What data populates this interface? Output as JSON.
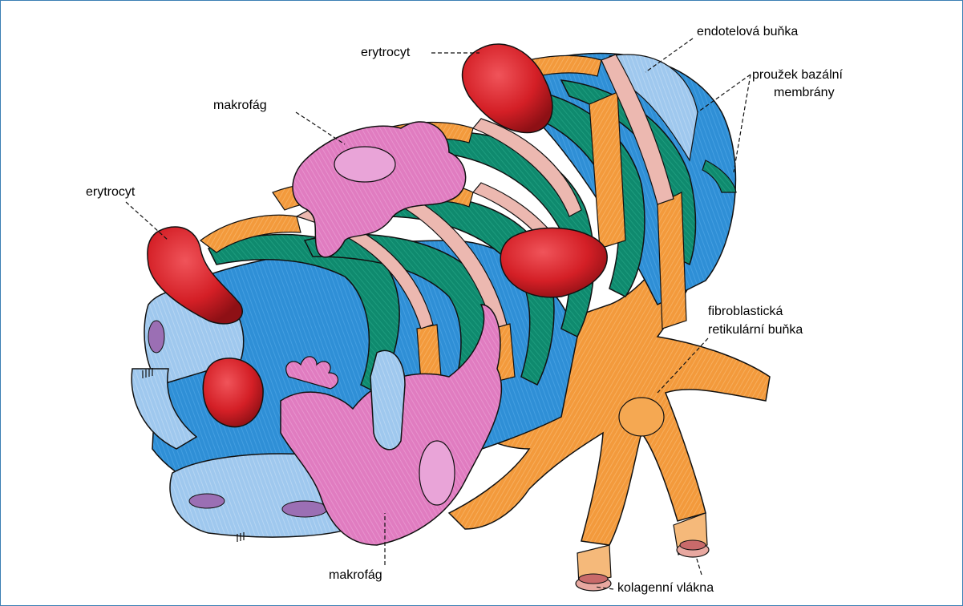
{
  "labels": {
    "erytrocyt_top": "erytrocyt",
    "makrofag_top": "makrofág",
    "erytrocyt_left": "erytrocyt",
    "endotelova_bunka": "endotelová buňka",
    "prouzek_line1": "proužek bazální",
    "prouzek_line2": "membrány",
    "fibro_line1": "fibroblastická",
    "fibro_line2": "retikulární buňka",
    "makrofag_bottom": "makrofág",
    "kolagenni_vlakna": "kolagenní vlákna"
  },
  "colors": {
    "frame": "#3c7fb4",
    "endothelial_blue": "#2f8fd6",
    "endothelial_light": "#a9cdf0",
    "basal_membrane_green": "#0f8a6e",
    "reticular_orange": "#f39a3c",
    "collagen_pink": "#e8a8a0",
    "macrophage_pink": "#e07cc0",
    "erythrocyte_red": "#d41f26"
  }
}
